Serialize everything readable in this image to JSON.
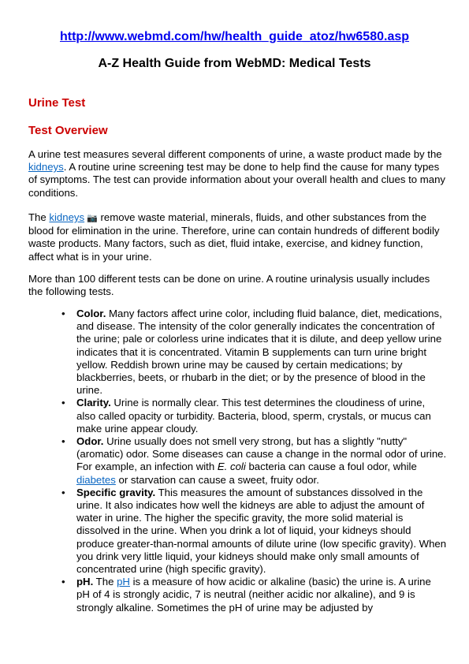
{
  "header": {
    "url": "http://www.webmd.com/hw/health_guide_atoz/hw6580.asp",
    "title": "A-Z Health Guide from WebMD: Medical Tests"
  },
  "section_title": "Urine Test",
  "subsection_title": "Test Overview",
  "para1": {
    "before": "A urine test measures several different components of urine, a waste product made by the ",
    "link": "kidneys",
    "after": ". A routine urine screening test may be done to help find the cause for many types of symptoms. The test can provide information about your overall health and clues to many conditions."
  },
  "para2": {
    "before": "The ",
    "link": "kidneys",
    "icon": "camera-icon",
    "after": " remove waste material, minerals, fluids, and other substances from the blood for elimination in the urine. Therefore, urine can contain hundreds of different bodily waste products. Many factors, such as diet, fluid intake, exercise, and kidney function, affect what is in your urine."
  },
  "para3": "More than 100 different tests can be done on urine. A routine urinalysis usually includes the following tests.",
  "tests": {
    "color": {
      "term": "Color.",
      "text": " Many factors affect urine color, including fluid balance, diet, medications, and disease. The intensity of the color generally indicates the concentration of the urine; pale or colorless urine indicates that it is dilute, and deep yellow urine indicates that it is concentrated. Vitamin B supplements can turn urine bright yellow. Reddish brown urine may be caused by certain medications; by blackberries, beets, or rhubarb in the diet; or by the presence of blood in the urine."
    },
    "clarity": {
      "term": "Clarity.",
      "text": " Urine is normally clear. This test determines the cloudiness of urine, also called opacity or turbidity. Bacteria, blood, sperm, crystals, or mucus can make urine appear cloudy."
    },
    "odor": {
      "term": "Odor.",
      "text1": " Urine usually does not smell very strong, but has a slightly \"nutty\" (aromatic) odor. Some diseases can cause a change in the normal odor of urine. For example, an infection with ",
      "italic": "E. coli",
      "text2": " bacteria can cause a foul odor, while ",
      "link": "diabetes",
      "text3": " or starvation can cause a sweet, fruity odor."
    },
    "gravity": {
      "term": "Specific gravity.",
      "text": " This measures the amount of substances dissolved in the urine. It also indicates how well the kidneys are able to adjust the amount of water in urine. The higher the specific gravity, the more solid material is dissolved in the urine. When you drink a lot of liquid, your kidneys should produce greater-than-normal amounts of dilute urine (low specific gravity). When you drink very little liquid, your kidneys should make only small amounts of concentrated urine (high specific gravity)."
    },
    "ph": {
      "term": "pH.",
      "text1": " The ",
      "link": "pH",
      "text2": " is a measure of how acidic or alkaline (basic) the urine is. A urine pH of 4 is strongly acidic, 7 is neutral (neither acidic nor alkaline), and 9 is strongly alkaline. Sometimes the pH of urine may be adjusted by"
    }
  }
}
